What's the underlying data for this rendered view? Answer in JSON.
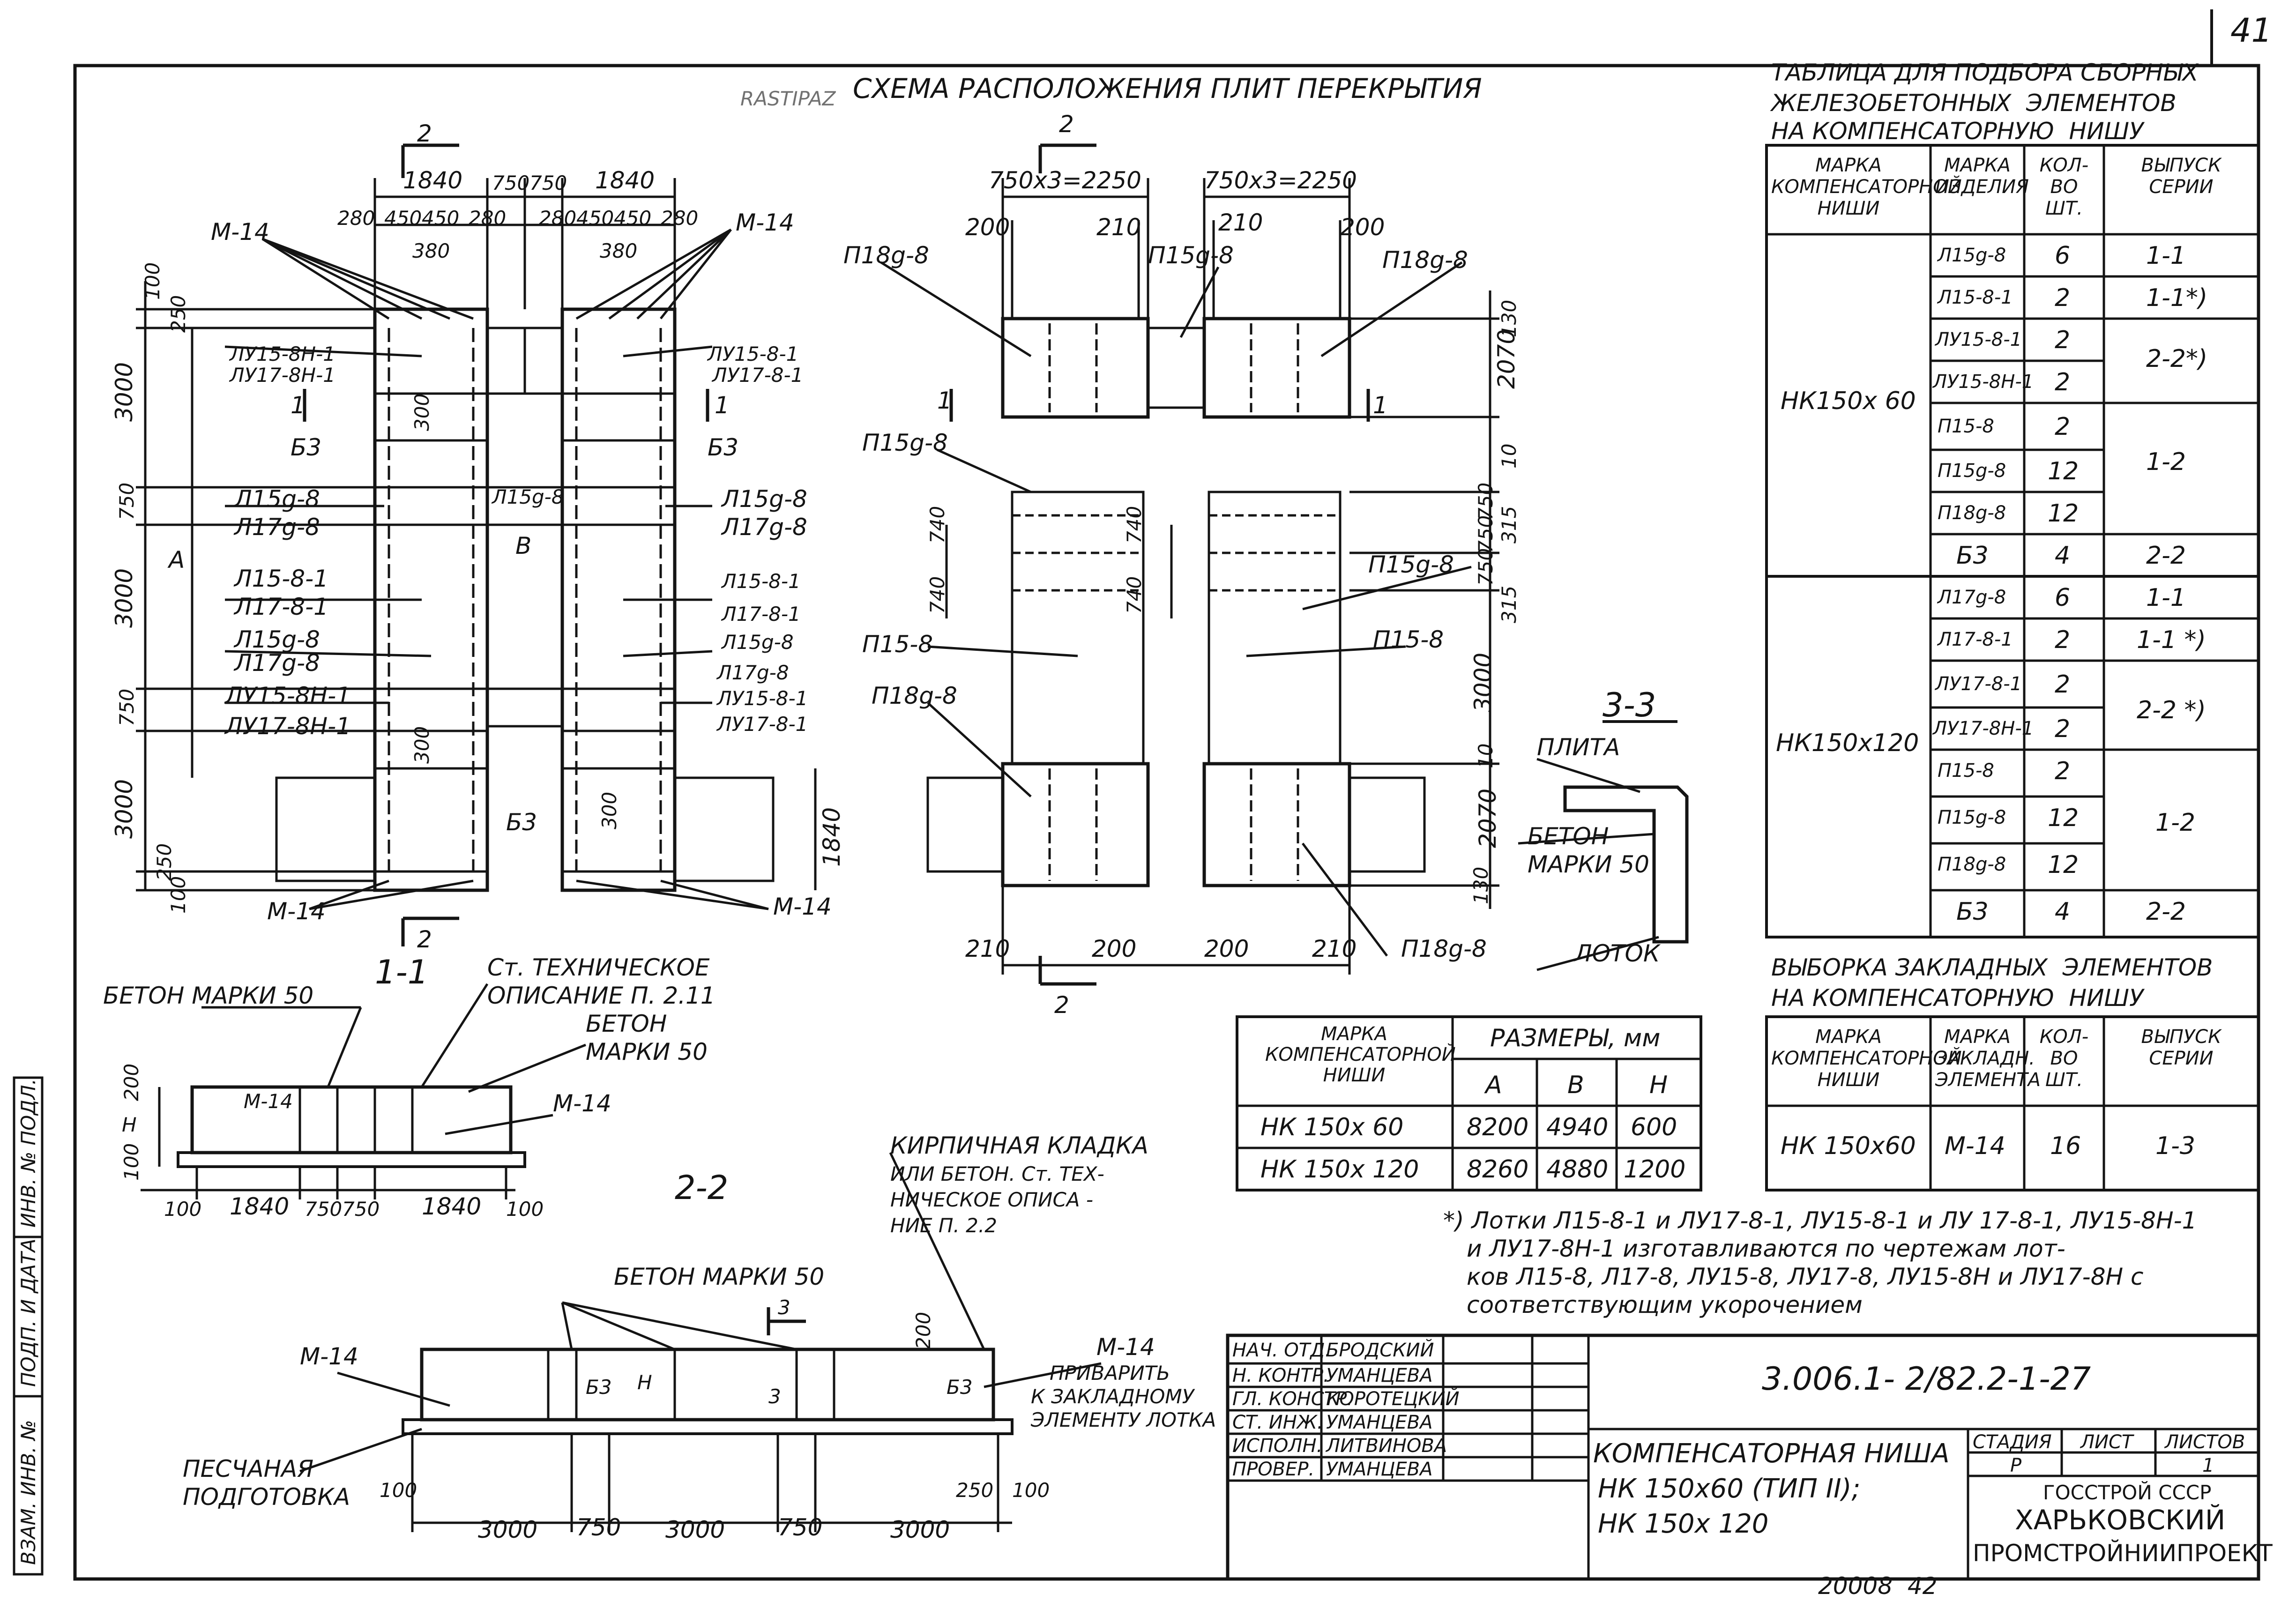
{
  "sheet": {
    "page_number": "41",
    "bottom_note": "20008  42",
    "main_title": "СХЕМА РАСПОЛОЖЕНИЯ ПЛИТ ПЕРЕКРЫТИЯ",
    "stamp_left": "RASTIPAZ"
  },
  "plan_left": {
    "dims_top": [
      "1840",
      "750",
      "750",
      "1840"
    ],
    "dims_sub": [
      "280",
      "450",
      "450",
      "280",
      "280",
      "450",
      "450",
      "280"
    ],
    "dims_380": [
      "380",
      "380"
    ],
    "dims_left": [
      "100",
      "250",
      "3000",
      "750",
      "3000",
      "750",
      "3000",
      "250",
      "100"
    ],
    "dim_A": "A",
    "dim_B": "B",
    "dim_1840": "1840",
    "dim_300": [
      "300",
      "300",
      "300"
    ],
    "labels_left": [
      "ЛУ15-8Н-1",
      "ЛУ17-8Н-1",
      "Б3",
      "Л15g-8",
      "Л17g-8",
      "Л15-8-1",
      "Л17-8-1",
      "Л15g-8",
      "Л17g-8",
      "ЛУ15-8Н-1",
      "ЛУ17-8Н-1"
    ],
    "labels_right": [
      "ЛУ15-8-1",
      "ЛУ17-8-1",
      "Б3",
      "Л15g-8",
      "Л17g-8",
      "Л15-8-1",
      "Л17-8-1",
      "Л15g-8",
      "Л17g-8",
      "ЛУ15-8-1",
      "ЛУ17-8-1"
    ],
    "label_center": "Л15g-8",
    "label_b3": "Б3",
    "m14": [
      "М-14",
      "М-14",
      "М-14",
      "М-14"
    ],
    "sections": [
      "2",
      "2",
      "1",
      "1"
    ]
  },
  "plan_right": {
    "dims_top": [
      "750x3=2250",
      "750x3=2250"
    ],
    "dims_sub": [
      "200",
      "210",
      "210",
      "200"
    ],
    "dims_bottom": [
      "210",
      "200",
      "200",
      "210"
    ],
    "dims_right": [
      "130",
      "2070",
      "10",
      "750",
      "750",
      "750",
      "315",
      "315",
      "3000",
      "10",
      "2070",
      "130"
    ],
    "dims_left": [
      "740",
      "740",
      "740",
      "740"
    ],
    "labels": [
      "П18g-8",
      "П15g-8",
      "П18g-8",
      "П15g-8",
      "П15g-8",
      "П15-8",
      "П15-8",
      "П18g-8",
      "П18g-8"
    ],
    "sections": [
      "2",
      "2",
      "1",
      "1"
    ]
  },
  "section_33": {
    "title": "3-3",
    "labels": [
      "ПЛИТА",
      "БЕТОН",
      "МАРКИ 50",
      "ЛОТОК"
    ]
  },
  "section_11": {
    "title": "1-1",
    "labels": [
      "БЕТОН МАРКИ 50",
      "Ст. ТЕХНИЧЕСКОЕ",
      "ОПИСАНИЕ П. 2.11",
      "БЕТОН",
      "МАРКИ 50",
      "М-14",
      "М-14",
      "Н",
      "200",
      "100"
    ],
    "dims": [
      "100",
      "1840",
      "750",
      "750",
      "1840",
      "100"
    ]
  },
  "section_22": {
    "title": "2-2",
    "labels": [
      "КИРПИЧНАЯ КЛАДКА",
      "ИЛИ БЕТОН. Ст. ТЕХ-",
      "НИЧЕСКОЕ ОПИСА -",
      "НИЕ П. 2.2",
      "БЕТОН МАРКИ 50",
      "М-14",
      "М-14",
      "ПРИВАРИТЬ",
      "К ЗАКЛАДНОМУ",
      "ЭЛЕМЕНТУ ЛОТКА",
      "ПЕСЧАНАЯ",
      "ПОДГОТОВКА",
      "Б3",
      "Б3",
      "Н",
      "3",
      "3",
      "200"
    ],
    "dims": [
      "100",
      "3000",
      "750",
      "3000",
      "750",
      "3000",
      "250",
      "100"
    ]
  },
  "size_table": {
    "header": [
      "МАРКА КОМПЕНСАТОРНОЙ НИШИ",
      "РАЗМЕРЫ, мм"
    ],
    "subheader": [
      "А",
      "В",
      "Н"
    ],
    "rows": [
      [
        "НК 150х 60",
        "8200",
        "4940",
        "600"
      ],
      [
        "НК 150х 120",
        "8260",
        "4880",
        "1200"
      ]
    ]
  },
  "selection_table": {
    "title": [
      "ТАБЛИЦА ДЛЯ ПОДБОРА СБОРНЫХ",
      "ЖЕЛЕЗОБЕТОННЫХ  ЭЛЕМЕНТОВ",
      "НА КОМПЕНСАТОРНУЮ  НИШУ"
    ],
    "header": [
      "МАРКА КОМПЕНСАТОРНОЙ НИШИ",
      "МАРКА ИЗДЕЛИЯ",
      "КОЛ-ВО ШТ.",
      "ВЫПУСК СЕРИИ"
    ],
    "groups": [
      {
        "niche": "НК150х 60",
        "rows": [
          [
            "Л15g-8",
            "6",
            "1-1"
          ],
          [
            "Л15-8-1",
            "2",
            "1-1*)"
          ],
          [
            "ЛУ15-8-1",
            "2",
            "2-2*)"
          ],
          [
            "ЛУ15-8Н-1",
            "2",
            ""
          ],
          [
            "П15-8",
            "2",
            "1-2"
          ],
          [
            "П15g-8",
            "12",
            ""
          ],
          [
            "П18g-8",
            "12",
            ""
          ],
          [
            "Б3",
            "4",
            "2-2"
          ]
        ]
      },
      {
        "niche": "НК150х120",
        "rows": [
          [
            "Л17g-8",
            "6",
            "1-1"
          ],
          [
            "Л17-8-1",
            "2",
            "1-1 *)"
          ],
          [
            "ЛУ17-8-1",
            "2",
            "2-2 *)"
          ],
          [
            "ЛУ17-8Н-1",
            "2",
            ""
          ],
          [
            "П15-8",
            "2",
            "1-2"
          ],
          [
            "П15g-8",
            "12",
            ""
          ],
          [
            "П18g-8",
            "12",
            ""
          ],
          [
            "Б3",
            "4",
            "2-2"
          ]
        ]
      }
    ]
  },
  "embedded_table": {
    "title": [
      "ВЫБОРКА ЗАКЛАДНЫХ  ЭЛЕМЕНТОВ",
      "НА КОМПЕНСАТОРНУЮ  НИШУ"
    ],
    "header": [
      "МАРКА КОМПЕНСАТОРНОЙ НИШИ",
      "МАРКА ЗАКЛАДН. ЭЛЕМЕНТА",
      "КОЛ-ВО ШТ.",
      "ВЫПУСК СЕРИИ"
    ],
    "rows": [
      [
        "НК 150х60",
        "М-14",
        "16",
        "1-3"
      ]
    ]
  },
  "footnote": [
    "*) Лотки Л15-8-1 и ЛУ17-8-1, ЛУ15-8-1 и ЛУ 17-8-1, ЛУ15-8Н-1",
    "и ЛУ17-8Н-1 изготавливаются по чертежам лот-",
    "ков Л15-8, Л17-8, ЛУ15-8, ЛУ17-8, ЛУ15-8Н и ЛУ17-8Н с",
    "соответствующим укорочением"
  ],
  "title_block": {
    "code": "3.006.1- 2/82.2-1-27",
    "roles": [
      "НАЧ. ОТД.",
      "Н. КОНТР.",
      "ГЛ. КОНСТР.",
      "СТ. ИНЖ.",
      "ИСПОЛН.",
      "ПРОВЕР."
    ],
    "names": [
      "БРОДСКИЙ",
      "УМАНЦЕВА",
      "КОРОТЕЦКИЙ",
      "УМАНЦЕВА",
      "ЛИТВИНОВА",
      "УМАНЦЕВА"
    ],
    "name_lines": [
      "КОМПЕНСАТОРНАЯ НИША",
      "НК 150х60 (ТИП II);",
      "НК 150х 120"
    ],
    "stage_header": [
      "СТАДИЯ",
      "ЛИСТ",
      "ЛИСТОВ"
    ],
    "stage_values": [
      "Р",
      "",
      "1"
    ],
    "org": [
      "ГОССТРОЙ СССР",
      "ХАРЬКОВСКИЙ",
      "ПРОМСТРОЙНИИПРОЕКТ"
    ]
  },
  "left_margin": [
    "ИНВ. № ПОДЛ.",
    "ПОДП. И ДАТА",
    "ВЗАМ. ИНВ. №"
  ]
}
